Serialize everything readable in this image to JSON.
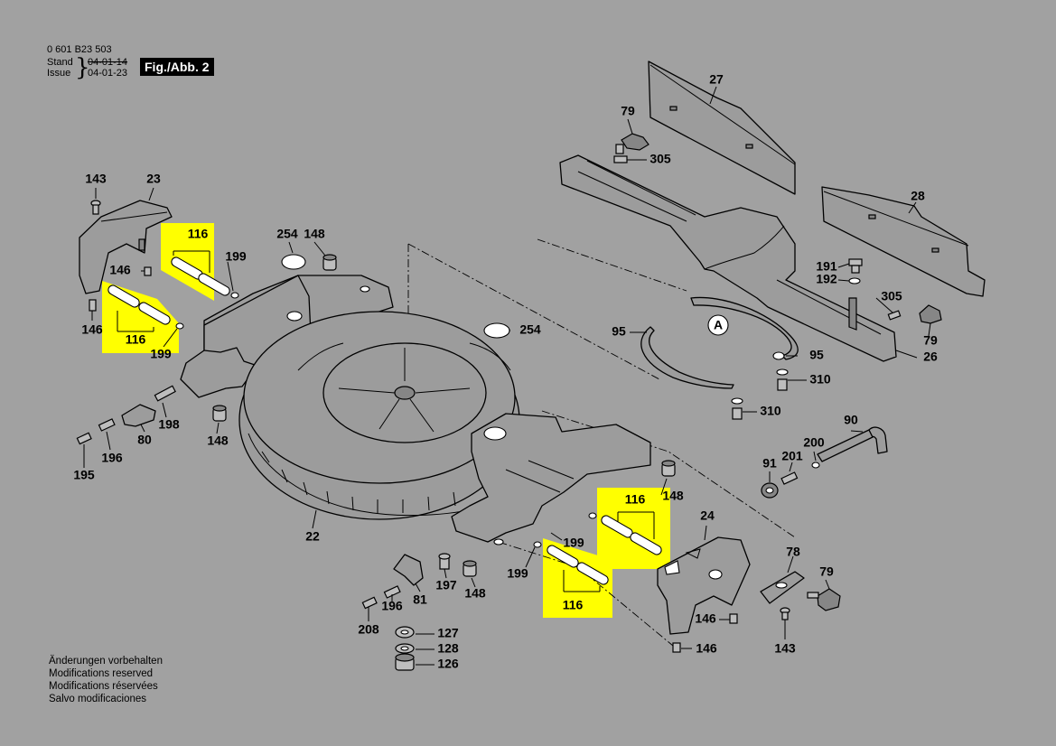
{
  "header": {
    "doc_number": "0 601 B23 503",
    "stand_label": "Stand",
    "stand_date": "04-01-14",
    "issue_label": "Issue",
    "issue_date": "04-01-23",
    "figure_label": "Fig./Abb. 2"
  },
  "footer": {
    "notes": [
      "Änderungen vorbehalten",
      "Modifications reserved",
      "Modifications réservées",
      "Salvo modificaciones"
    ]
  },
  "highlight_color": "#ffff00",
  "view_marker": "A",
  "labels": {
    "p27": "27",
    "p79a": "79",
    "p305a": "305",
    "p28": "28",
    "p191": "191",
    "p192": "192",
    "p305b": "305",
    "p79b": "79",
    "p26": "26",
    "p95a": "95",
    "p95b": "95",
    "p310a": "310",
    "p310b": "310",
    "p90": "90",
    "p200": "200",
    "p201": "201",
    "p91": "91",
    "p143a": "143",
    "p23": "23",
    "p146a": "146",
    "p146b": "146",
    "p116a": "116",
    "p199a": "199",
    "p116b": "116",
    "p199b": "199",
    "p254a": "254",
    "p148a": "148",
    "p254b": "254",
    "p198": "198",
    "p80": "80",
    "p196a": "196",
    "p195": "195",
    "p148b": "148",
    "p22": "22",
    "p116c": "116",
    "p148c": "148",
    "p199c": "199",
    "p116d": "116",
    "p199d": "199",
    "p24": "24",
    "p78": "78",
    "p79c": "79",
    "p146c": "146",
    "p146d": "146",
    "p143b": "143",
    "p197": "197",
    "p148d": "148",
    "p81": "81",
    "p196b": "196",
    "p208": "208",
    "p127": "127",
    "p128": "128",
    "p126": "126"
  }
}
